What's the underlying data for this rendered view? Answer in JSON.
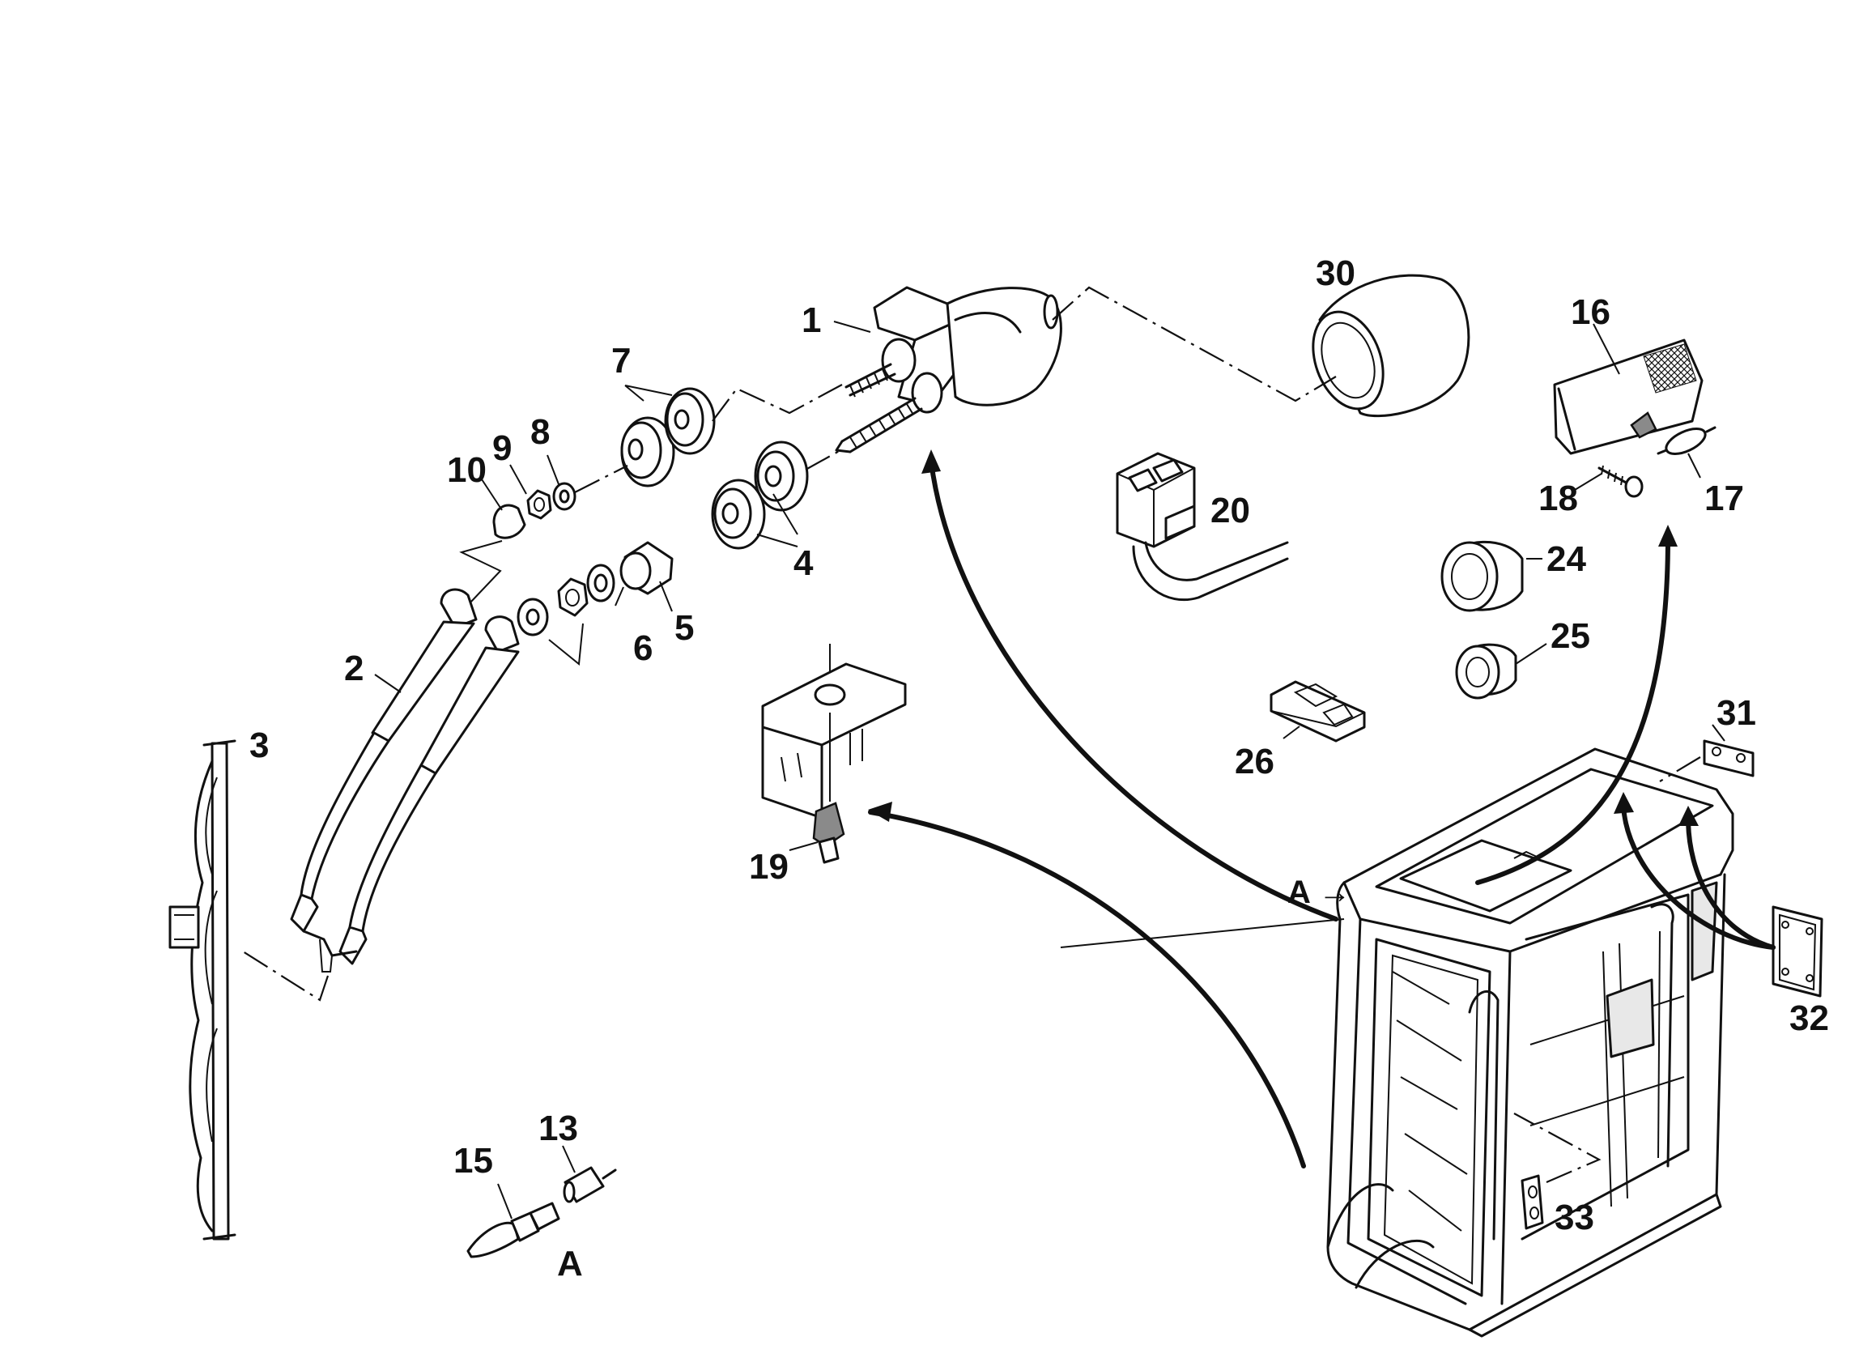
{
  "diagram": {
    "part_numbers": [
      "1",
      "2",
      "3",
      "4",
      "5",
      "6",
      "7",
      "8",
      "9",
      "10",
      "13",
      "15",
      "16",
      "17",
      "18",
      "19",
      "20",
      "24",
      "25",
      "26",
      "30",
      "31",
      "32",
      "33"
    ],
    "view_marks": [
      "A",
      "A"
    ],
    "arrow_marker": "A →"
  }
}
